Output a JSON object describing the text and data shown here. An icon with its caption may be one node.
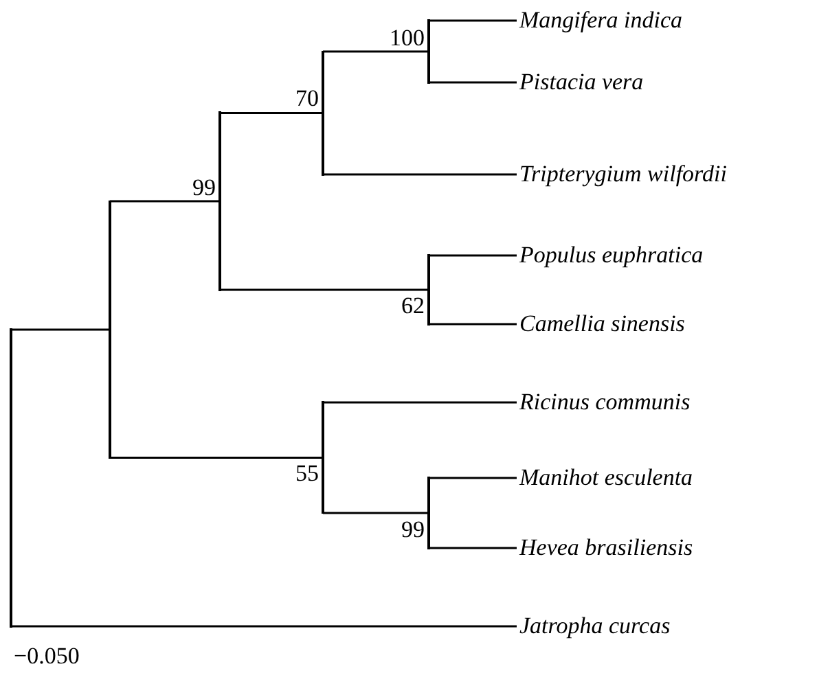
{
  "diagram": {
    "nodes": [
      {
        "text": [],
        "shape": "bar"
      },
      {
        "text": [],
        "shape": "bar"
      },
      {
        "text": [],
        "shape": "bar",
        "beside": [
          "99"
        ]
      },
      {
        "text": [],
        "shape": "bar",
        "beside": [
          "70"
        ]
      },
      {
        "text": [],
        "shape": "bar",
        "beside": [
          "100"
        ]
      },
      {
        "text": [
          "Mangifera indica"
        ]
      },
      {
        "text": [
          "Pistacia vera"
        ]
      },
      {
        "text": [
          "Tripterygium wilfordii"
        ]
      },
      {
        "text": [],
        "shape": "bar",
        "beside": [
          "62"
        ]
      },
      {
        "text": [
          "Populus euphratica"
        ]
      },
      {
        "text": [
          "Camellia sinensis"
        ]
      },
      {
        "text": [],
        "shape": "bar",
        "beside": [
          "55"
        ]
      },
      {
        "text": [
          "Ricinus communis"
        ]
      },
      {
        "text": [],
        "shape": "bar",
        "beside": [
          "99"
        ]
      },
      {
        "text": [
          "Manihot esculenta"
        ]
      },
      {
        "text": [
          "Hevea brasiliensis"
        ]
      },
      {
        "text": [
          "Jatropha curcas"
        ]
      }
    ],
    "edges": [
      {
        "from": 0,
        "to": 1,
        "arrow": "none"
      },
      {
        "from": 1,
        "to": 2,
        "arrow": "none"
      },
      {
        "from": 2,
        "to": 3,
        "arrow": "none"
      },
      {
        "from": 3,
        "to": 4,
        "arrow": "none"
      },
      {
        "from": 4,
        "to": 5,
        "arrow": "none"
      },
      {
        "from": 4,
        "to": 6,
        "arrow": "none"
      },
      {
        "from": 3,
        "to": 7,
        "arrow": "none"
      },
      {
        "from": 2,
        "to": 8,
        "arrow": "none"
      },
      {
        "from": 8,
        "to": 9,
        "arrow": "none"
      },
      {
        "from": 8,
        "to": 10,
        "arrow": "none"
      },
      {
        "from": 1,
        "to": 11,
        "arrow": "none"
      },
      {
        "from": 11,
        "to": 12,
        "arrow": "none"
      },
      {
        "from": 11,
        "to": 13,
        "arrow": "none"
      },
      {
        "from": 13,
        "to": 14,
        "arrow": "none"
      },
      {
        "from": 13,
        "to": 15,
        "arrow": "none"
      },
      {
        "from": 0,
        "to": 16,
        "arrow": "none"
      }
    ],
    "labels": [
      "−0.050"
    ]
  }
}
